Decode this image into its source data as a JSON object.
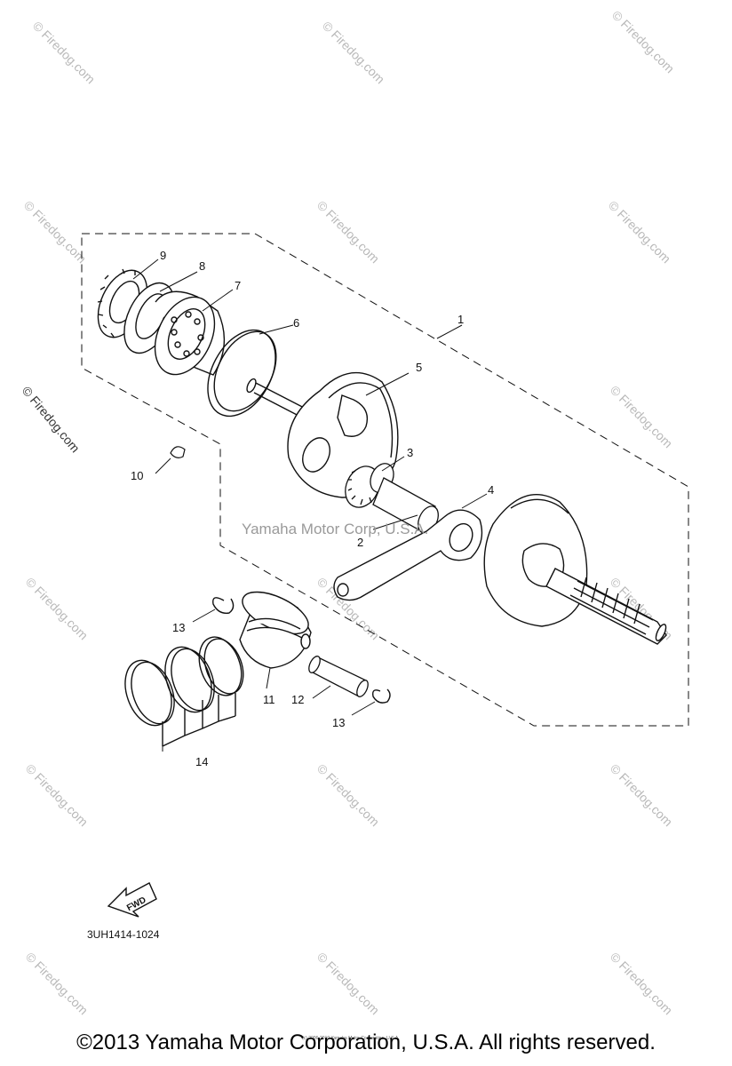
{
  "watermark": "© Firedog.com",
  "center_watermark": "Yamaha Motor Corp, U.S.A.",
  "callouts": {
    "c1": "1",
    "c2": "2",
    "c3": "3",
    "c4": "4",
    "c5": "5",
    "c6": "6",
    "c7": "7",
    "c8": "8",
    "c9": "9",
    "c10": "10",
    "c11": "11",
    "c12": "12",
    "c13a": "13",
    "c13b": "13",
    "c14": "14"
  },
  "fwd_label": "FWD",
  "diagram_code": "3UH1414-1024",
  "tiny_notice": "(c) 2006-2010 Yamaha Motor Corporation, U.S.A.",
  "copyright": "©2013 Yamaha Motor Corporation, U.S.A. All rights reserved."
}
